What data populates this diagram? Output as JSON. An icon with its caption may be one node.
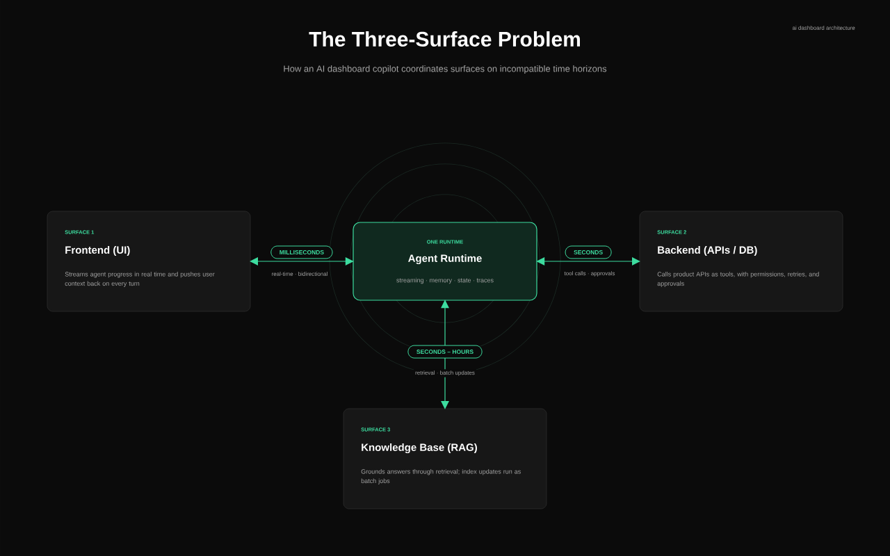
{
  "diagram": {
    "title": "The Three-Surface Problem",
    "caption": "How an AI dashboard copilot coordinates surfaces on incompatible time horizons",
    "nodes": [
      {
        "text": [
          "SURFACE 1",
          "Frontend (UI)",
          "Streams agent progress in real time and pushes user context back on every turn"
        ]
      },
      {
        "text": [
          "ONE RUNTIME",
          "Agent Runtime",
          "streaming · memory · state · traces"
        ]
      },
      {
        "text": [
          "SURFACE 2",
          "Backend (APIs / DB)",
          "Calls product APIs as tools, with permissions, retries, and approvals"
        ]
      },
      {
        "text": [
          "SURFACE 3",
          "Knowledge Base (RAG)",
          "Grounds answers through retrieval; index updates run as batch jobs"
        ]
      }
    ],
    "edges": [
      {
        "from": 0,
        "to": 1,
        "arrow": "both",
        "label": "MILLISECONDS"
      },
      {
        "from": 1,
        "to": 2,
        "arrow": "both",
        "label": "SECONDS"
      },
      {
        "from": 1,
        "to": 3,
        "arrow": "both",
        "label": "SECONDS – HOURS"
      }
    ],
    "labels": [
      "ai dashboard architecture",
      "real-time · bidirectional",
      "tool calls · approvals",
      "retrieval · batch updates"
    ]
  }
}
